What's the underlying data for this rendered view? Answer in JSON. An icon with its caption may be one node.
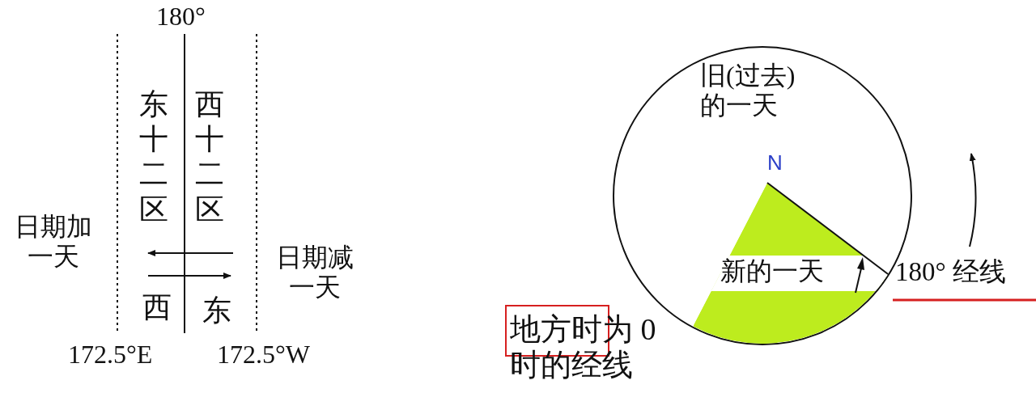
{
  "diagram": {
    "nodes": [
      {
        "text": [
          "旧(过去)的一天",
          "N"
        ]
      },
      {
        "text": [
          "新的一天"
        ],
        "in": 0
      }
    ],
    "edges": [],
    "labels": [
      "180°",
      "东十二区",
      "西十二区",
      "日期加一天",
      "日期减一天",
      "西",
      "东",
      "172.5°E",
      "172.5°W",
      "180° 经线",
      "地方时为 0时的经线"
    ]
  }
}
